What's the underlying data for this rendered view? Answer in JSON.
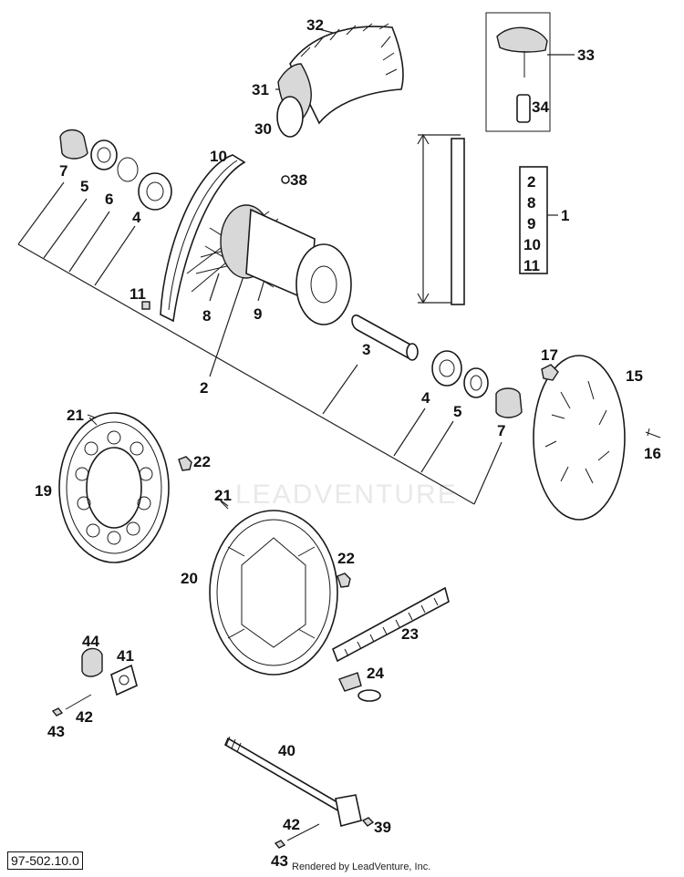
{
  "diagram": {
    "watermark": "LEADVENTURE",
    "reference_code": "97-502.10.0",
    "footer": "Rendered by LeadVenture, Inc.",
    "kit_numbers": [
      "2",
      "8",
      "9",
      "10",
      "11"
    ],
    "kit_label": "1",
    "callouts": [
      {
        "id": "c32",
        "text": "32"
      },
      {
        "id": "c31",
        "text": "31"
      },
      {
        "id": "c30",
        "text": "30"
      },
      {
        "id": "c33",
        "text": "33"
      },
      {
        "id": "c34",
        "text": "34"
      },
      {
        "id": "c10",
        "text": "10"
      },
      {
        "id": "c38",
        "text": "38"
      },
      {
        "id": "c7a",
        "text": "7"
      },
      {
        "id": "c5a",
        "text": "5"
      },
      {
        "id": "c6",
        "text": "6"
      },
      {
        "id": "c4a",
        "text": "4"
      },
      {
        "id": "c11",
        "text": "11"
      },
      {
        "id": "c8",
        "text": "8"
      },
      {
        "id": "c9",
        "text": "9"
      },
      {
        "id": "c2",
        "text": "2"
      },
      {
        "id": "c3",
        "text": "3"
      },
      {
        "id": "c17",
        "text": "17"
      },
      {
        "id": "c15",
        "text": "15"
      },
      {
        "id": "c4b",
        "text": "4"
      },
      {
        "id": "c5b",
        "text": "5"
      },
      {
        "id": "c7b",
        "text": "7"
      },
      {
        "id": "c16",
        "text": "16"
      },
      {
        "id": "c21a",
        "text": "21"
      },
      {
        "id": "c22a",
        "text": "22"
      },
      {
        "id": "c19",
        "text": "19"
      },
      {
        "id": "c21b",
        "text": "21"
      },
      {
        "id": "c22b",
        "text": "22"
      },
      {
        "id": "c20",
        "text": "20"
      },
      {
        "id": "c23",
        "text": "23"
      },
      {
        "id": "c44",
        "text": "44"
      },
      {
        "id": "c41",
        "text": "41"
      },
      {
        "id": "c24",
        "text": "24"
      },
      {
        "id": "c43a",
        "text": "43"
      },
      {
        "id": "c42a",
        "text": "42"
      },
      {
        "id": "c40",
        "text": "40"
      },
      {
        "id": "c39",
        "text": "39"
      },
      {
        "id": "c42b",
        "text": "42"
      },
      {
        "id": "c43b",
        "text": "43"
      }
    ]
  }
}
